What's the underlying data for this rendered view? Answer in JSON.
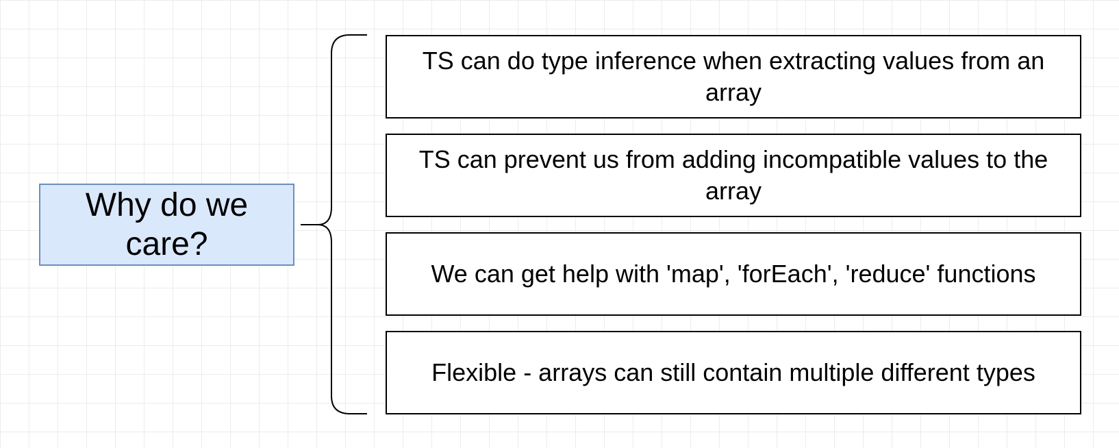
{
  "main": {
    "label": "Why do we care?"
  },
  "items": [
    "TS can do type inference when extracting values from an array",
    "TS can prevent us from adding incompatible values to the array",
    "We can get help with 'map', 'forEach', 'reduce' functions",
    "Flexible - arrays can still contain multiple different types"
  ],
  "colors": {
    "main_fill": "#dae8fc",
    "main_border": "#6c8ebf",
    "item_border": "#000000"
  }
}
